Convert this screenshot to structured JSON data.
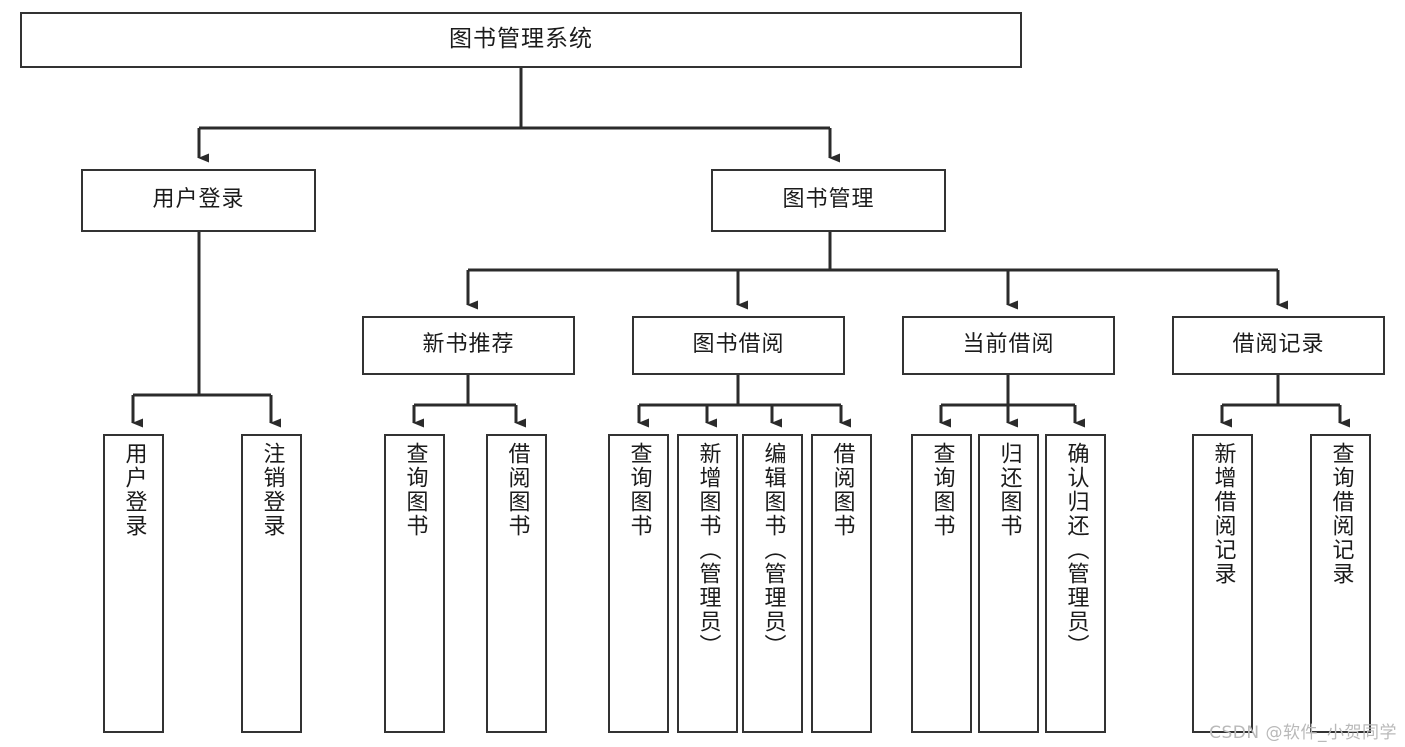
{
  "diagram": {
    "title": "图书管理系统",
    "type": "tree-hierarchy-chart",
    "root": {
      "id": "root",
      "label": "图书管理系统"
    },
    "level2": [
      {
        "id": "user-login",
        "label": "用户登录"
      },
      {
        "id": "book-management",
        "label": "图书管理"
      }
    ],
    "level3": [
      {
        "id": "new-book-recommend",
        "label": "新书推荐",
        "parent": "book-management"
      },
      {
        "id": "book-borrow",
        "label": "图书借阅",
        "parent": "book-management"
      },
      {
        "id": "current-borrow",
        "label": "当前借阅",
        "parent": "book-management"
      },
      {
        "id": "borrow-record",
        "label": "借阅记录",
        "parent": "book-management"
      }
    ],
    "leaves": {
      "user-login": [
        {
          "id": "leaf-user-login",
          "label": "用户登录"
        },
        {
          "id": "leaf-logout-login",
          "label": "注销登录"
        }
      ],
      "new-book-recommend": [
        {
          "id": "leaf-query-book-1",
          "label": "查询图书"
        },
        {
          "id": "leaf-borrow-book-1",
          "label": "借阅图书"
        }
      ],
      "book-borrow": [
        {
          "id": "leaf-query-book-2",
          "label": "查询图书"
        },
        {
          "id": "leaf-add-book-admin",
          "label": "新增图书（管理员）"
        },
        {
          "id": "leaf-edit-book-admin",
          "label": "编辑图书（管理员）"
        },
        {
          "id": "leaf-borrow-book-2",
          "label": "借阅图书"
        }
      ],
      "current-borrow": [
        {
          "id": "leaf-query-book-3",
          "label": "查询图书"
        },
        {
          "id": "leaf-return-book",
          "label": "归还图书"
        },
        {
          "id": "leaf-confirm-return-admin",
          "label": "确认归还（管理员）"
        }
      ],
      "borrow-record": [
        {
          "id": "leaf-add-borrow-record",
          "label": "新增借阅记录"
        },
        {
          "id": "leaf-query-borrow-record",
          "label": "查询借阅记录"
        }
      ]
    },
    "colors": {
      "border": "#333333",
      "text": "#1b1b1b",
      "background": "#ffffff",
      "watermark": "#b9b9b9"
    }
  },
  "watermark": {
    "text": "CSDN @软件_小贺同学"
  }
}
